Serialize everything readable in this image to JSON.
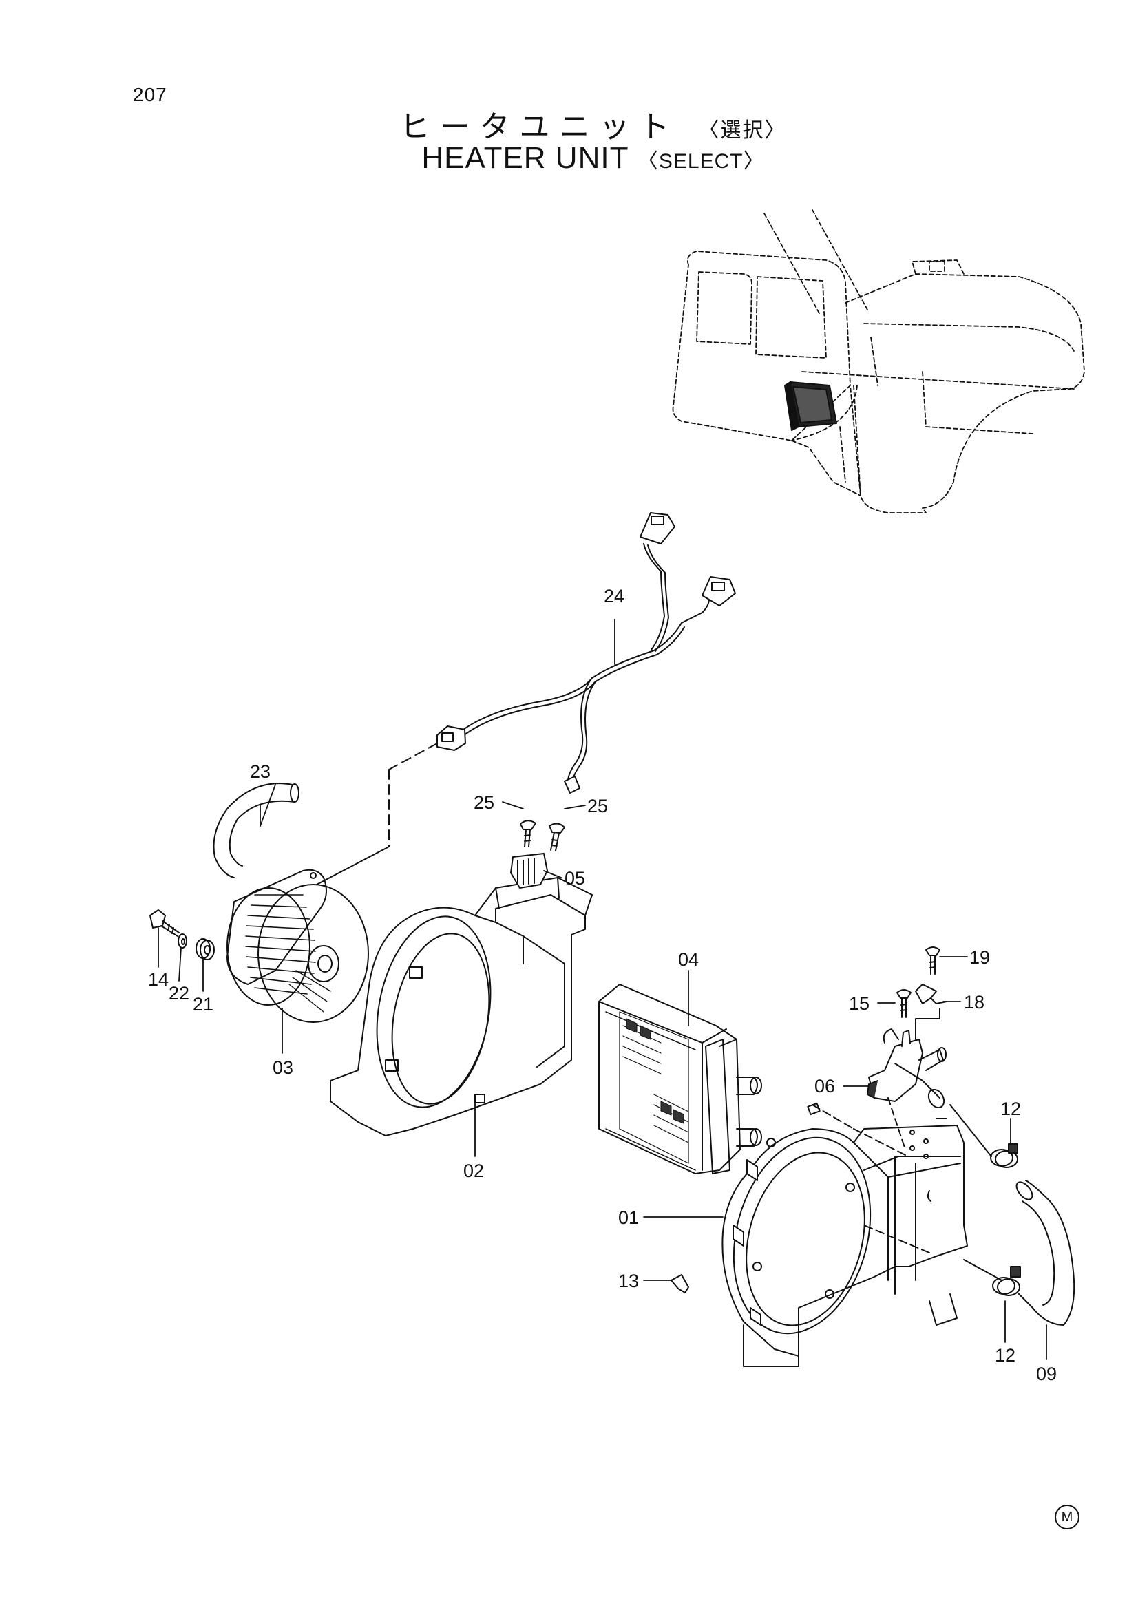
{
  "page_number": "207",
  "title": {
    "jp_main": "ヒータユニット",
    "jp_select": "〈選択〉",
    "en_main": "HEATER UNIT",
    "en_select": "〈SELECT〉"
  },
  "callouts": {
    "c01": "01",
    "c02": "02",
    "c03": "03",
    "c04": "04",
    "c05": "05",
    "c06": "06",
    "c09": "09",
    "c12a": "12",
    "c12b": "12",
    "c13": "13",
    "c14": "14",
    "c15": "15",
    "c18": "18",
    "c19": "19",
    "c21": "21",
    "c22": "22",
    "c23": "23",
    "c24": "24",
    "c25a": "25",
    "c25b": "25"
  },
  "footer_mark": "M"
}
